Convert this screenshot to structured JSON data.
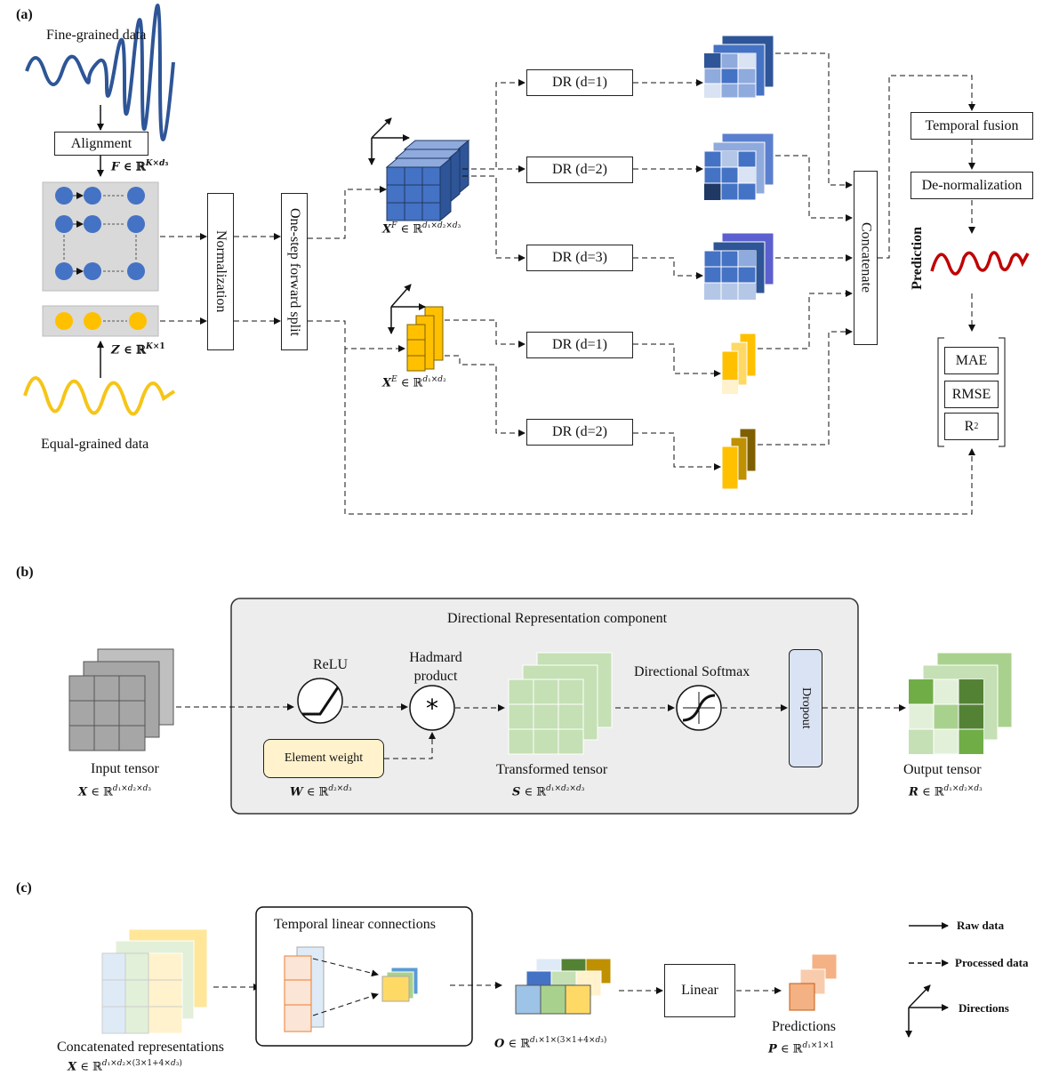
{
  "panels": {
    "a": "(a)",
    "b": "(b)",
    "c": "(c)"
  },
  "a": {
    "fine_grained_data": "Fine-grained data",
    "equal_grained_data": "Equal-grained data",
    "alignment": "Alignment",
    "normalization": "Normalization",
    "split": "One-step forward split",
    "dr": [
      "DR (d=1)",
      "DR (d=2)",
      "DR (d=3)",
      "DR (d=1)",
      "DR (d=2)"
    ],
    "concatenate": "Concatenate",
    "temporal_fusion": "Temporal fusion",
    "denormalization": "De-normalization",
    "prediction": "Prediction",
    "metrics": [
      "MAE",
      "RMSE",
      "R2"
    ],
    "f_math": "F ∈ ℝ^(K×d3)",
    "z_math": "Z ∈ ℝ^(K×1)",
    "xf_math": "X^F ∈ ℝ^(d1×d2×d3)",
    "xe_math": "X^E ∈ ℝ^(d1×d2)"
  },
  "b": {
    "title": "Directional Representation component",
    "relu": "ReLU",
    "hadamard": "Hadmard product",
    "softmax": "Directional Softmax",
    "dropout": "Dropout",
    "element_weight": "Element weight",
    "input_tensor": "Input tensor",
    "transformed_tensor": "Transformed tensor",
    "output_tensor": "Output tensor",
    "x_math": "X ∈ ℝ^(d1×d2×d3)",
    "w_math": "W ∈ ℝ^(d2×d3)",
    "s_math": "S ∈ ℝ^(d1×d2×d3)",
    "r_math": "R ∈ ℝ^(d1×d2×d3)"
  },
  "c": {
    "temporal_linear": "Temporal linear connections",
    "concatenated": "Concatenated representations",
    "linear": "Linear",
    "predictions": "Predictions",
    "x_math": "X ∈ ℝ^(d1×d2×(3×1+4×d3))",
    "o_math": "O ∈ ℝ^(d1×1×(3×1+4×d3))",
    "p_math": "P ∈ ℝ^(d1×1×1)"
  },
  "legend": {
    "raw": "Raw data",
    "processed": "Processed data",
    "directions": "Directions"
  },
  "colors": {
    "blue": "#3f6fc7",
    "yellow": "#f5c518",
    "green": "#a9d18e",
    "gray": "#a6a6a6",
    "red": "#c00000",
    "orange": "#f4b183"
  }
}
